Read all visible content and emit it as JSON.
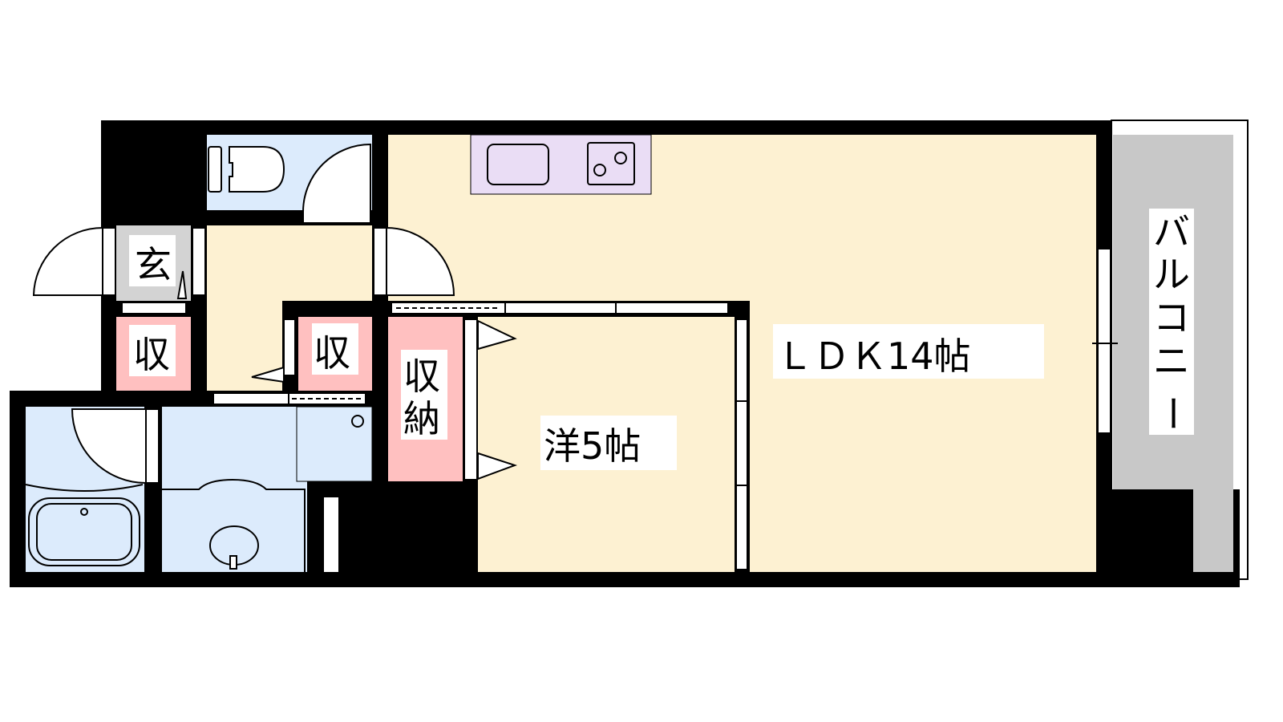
{
  "colors": {
    "living": "#FDF1D2",
    "wet": "#DCEBFC",
    "storage": "#FFC0C0",
    "entrance": "#D3D3D3",
    "kitchen": "#EADDF5",
    "balcony": "#C8C8C8",
    "wall": "#000000"
  },
  "rooms": {
    "ldk": "ＬＤＫ14帖",
    "western": "洋5帖",
    "entrance": "玄",
    "storage_left": "収",
    "storage_mid": "収",
    "storage_closet_1": "収",
    "storage_closet_2": "納",
    "balcony": [
      "バ",
      "ル",
      "コ",
      "ニ",
      "ー"
    ]
  }
}
